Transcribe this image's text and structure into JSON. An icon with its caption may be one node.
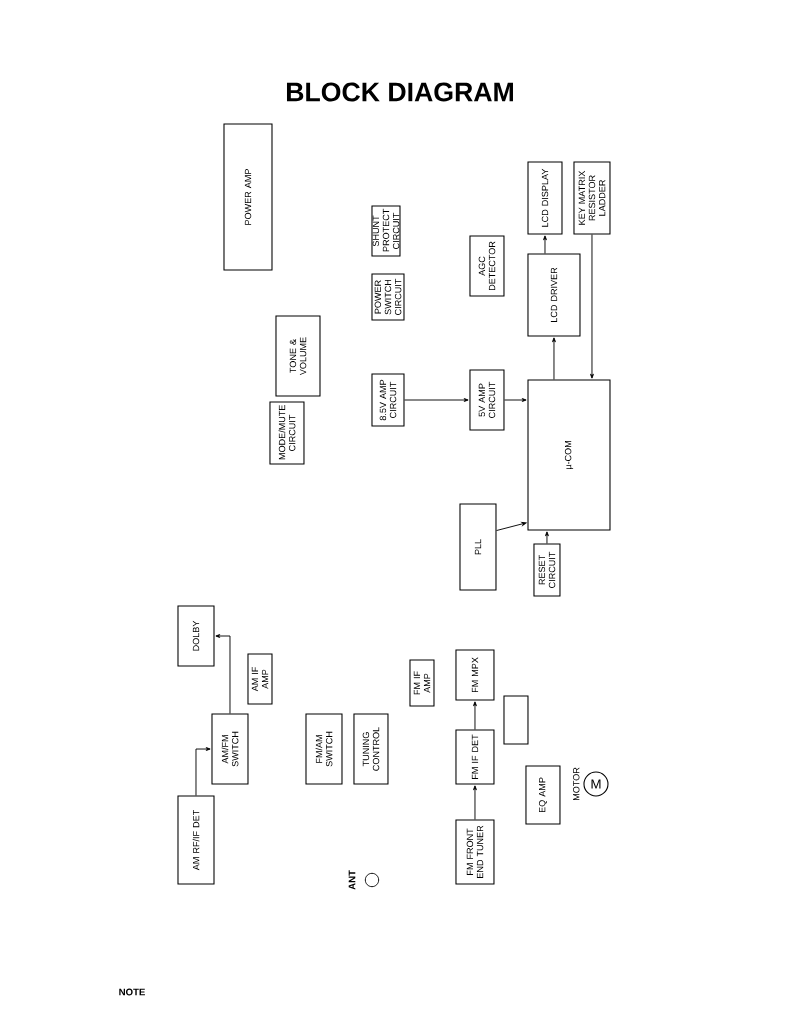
{
  "diagram": {
    "title": "BLOCK DIAGRAM",
    "nodes": [
      {
        "text": [
          "POWER AMP"
        ]
      },
      {
        "text": [
          "SHUNT PROTECT CIRCUIT"
        ]
      },
      {
        "text": [
          "AGC DETECTOR"
        ]
      },
      {
        "text": [
          "LCD DISPLAY"
        ]
      },
      {
        "text": [
          "KEY MATRIX RESISTOR LADDER"
        ]
      },
      {
        "text": [
          "POWER SWITCH CIRCUIT"
        ]
      },
      {
        "text": [
          "LCD DRIVER"
        ]
      },
      {
        "text": [
          "8.5V AMP CIRCUIT"
        ]
      },
      {
        "text": [
          "5V AMP CIRCUIT"
        ]
      },
      {
        "text": [
          "TONE & VOLUME"
        ]
      },
      {
        "text": [
          "MODE/MUTE CIRCUIT"
        ]
      },
      {
        "text": [
          "µ-COM"
        ]
      },
      {
        "text": [
          "PLL"
        ]
      },
      {
        "text": [
          "RESET CIRCUIT"
        ]
      },
      {
        "text": [
          "DOLBY"
        ]
      },
      {
        "text": [
          "AM IF AMP"
        ]
      },
      {
        "text": [
          "AM/FM SWITCH"
        ]
      },
      {
        "text": [
          "FM/AM SWITCH"
        ]
      },
      {
        "text": [
          "TUNING CONTROL"
        ]
      },
      {
        "text": [
          "FM IF AMP"
        ]
      },
      {
        "text": [
          "FM MPX"
        ]
      },
      {
        "text": [
          "FM IF DET"
        ]
      },
      {
        "text": [
          "AM RF/IF DET"
        ]
      },
      {
        "text": [
          "FM FRONT END TUNER"
        ]
      },
      {
        "text": [
          "EQ AMP"
        ]
      },
      {
        "text": [
          "M"
        ],
        "beside": [
          "MOTOR"
        ]
      },
      {
        "text": [],
        "shape": "box"
      }
    ],
    "edges": [
      {
        "from": 6,
        "to": 3,
        "arrow": "to"
      },
      {
        "from": 4,
        "to": 11,
        "arrow": "to"
      },
      {
        "from": 11,
        "to": 6,
        "arrow": "to"
      },
      {
        "from": 13,
        "to": 11,
        "arrow": "to"
      },
      {
        "from": 12,
        "to": 11,
        "arrow": "to"
      },
      {
        "from": 23,
        "to": 21,
        "arrow": "to"
      },
      {
        "from": 21,
        "to": 20,
        "arrow": "to"
      },
      {
        "from": 22,
        "to": 16,
        "arrow": "to"
      },
      {
        "from": 16,
        "to": 14,
        "arrow": "to"
      },
      {
        "from": 8,
        "to": 11,
        "arrow": "to"
      },
      {
        "from": 7,
        "to": 8,
        "arrow": "to"
      }
    ],
    "labels": [
      "ANT",
      "NOTE"
    ]
  }
}
